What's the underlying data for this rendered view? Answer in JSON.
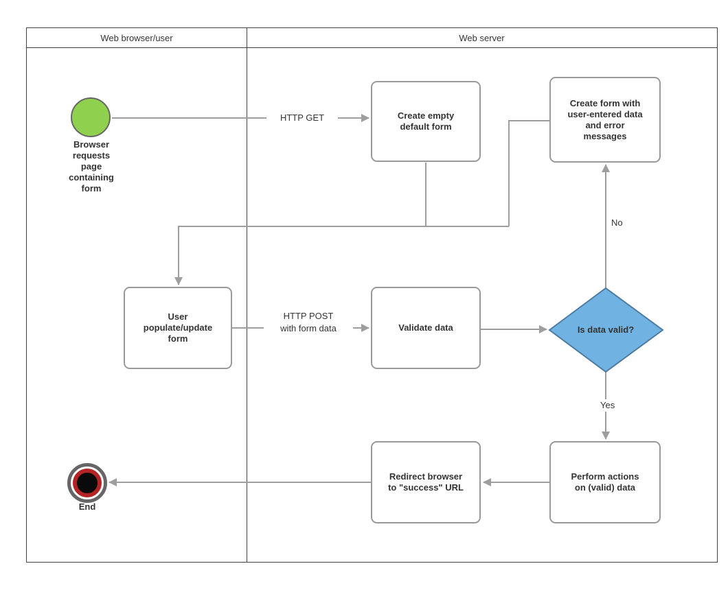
{
  "diagram": {
    "lanes": [
      {
        "title": "Web browser/user"
      },
      {
        "title": "Web server"
      }
    ],
    "nodes": {
      "start": {
        "label": "Browser requests page containing form",
        "lines": [
          "Browser",
          "requests",
          "page",
          "containing",
          "form"
        ]
      },
      "create_empty_form": {
        "label": "Create empty default form",
        "lines": [
          "Create empty",
          "default form"
        ]
      },
      "create_form_errors": {
        "label": "Create form with user-entered data and error messages",
        "lines": [
          "Create form with",
          "user-entered data",
          "and error",
          "messages"
        ]
      },
      "user_populate": {
        "label": "User populate/update form",
        "lines": [
          "User",
          "populate/update",
          "form"
        ]
      },
      "validate": {
        "label": "Validate data"
      },
      "decision": {
        "label": "Is data valid?"
      },
      "perform_actions": {
        "label": "Perform actions on (valid) data",
        "lines": [
          "Perform actions",
          "on (valid) data"
        ]
      },
      "redirect": {
        "label": "Redirect browser to \"success\" URL",
        "lines": [
          "Redirect browser",
          "to \"success\" URL"
        ]
      },
      "end": {
        "label": "End"
      }
    },
    "edge_labels": {
      "http_get": "HTTP GET",
      "http_post": {
        "lines": [
          "HTTP POST",
          "with form data"
        ]
      },
      "no": "No",
      "yes": "Yes"
    },
    "colors": {
      "lane_border": "#424242",
      "node_border": "#999999",
      "node_text": "#333333",
      "label_text": "#333333",
      "arrow": "#9e9e9e",
      "start_fill": "#8fd14f",
      "start_stroke": "#666666",
      "decision_fill": "#70b3e2",
      "decision_stroke": "#4d7ba0",
      "end_outer": "#666666",
      "end_ring": "#b32425",
      "end_core": "#0a0a0a"
    }
  }
}
